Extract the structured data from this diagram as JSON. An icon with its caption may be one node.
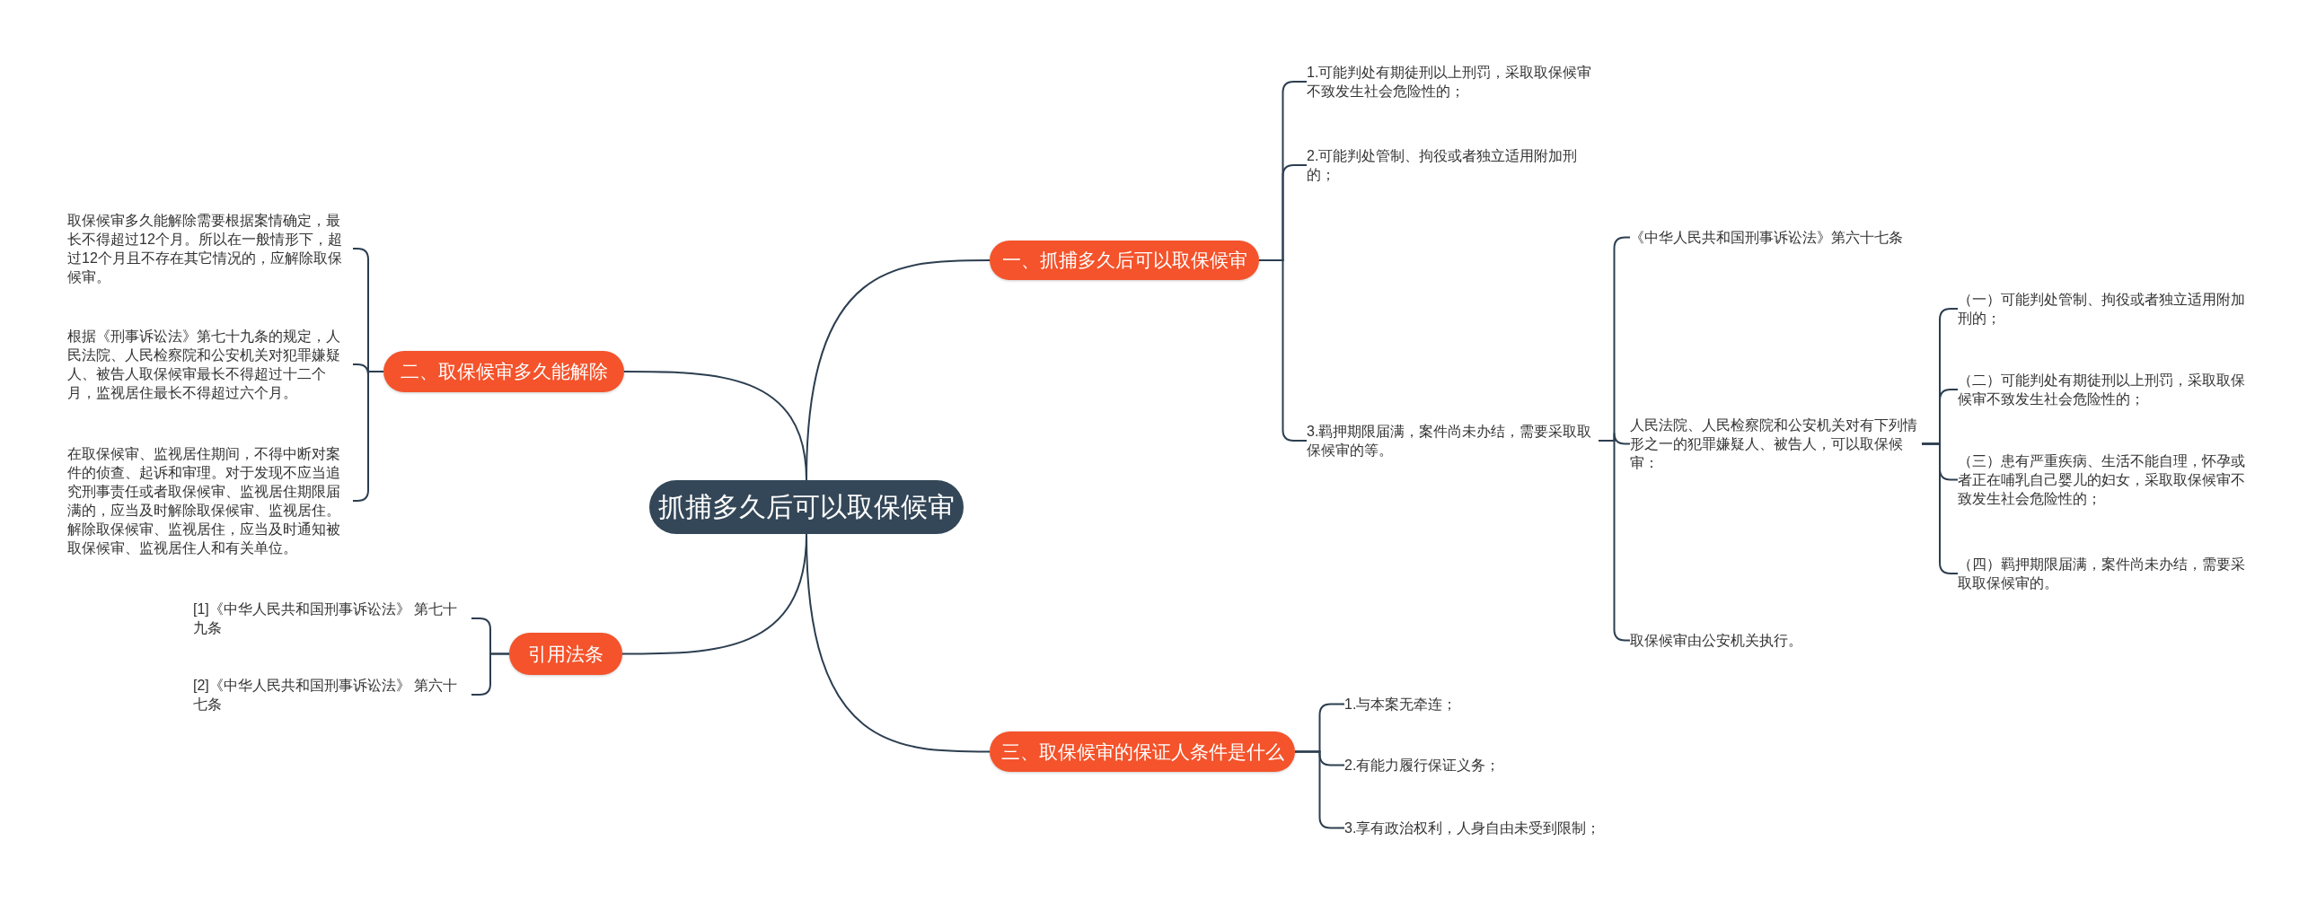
{
  "diagram": {
    "nodes": [
      {
        "text": [
          "抓捕多久后可以取保候审"
        ]
      },
      {
        "text": [
          "一、抓捕多久后可以取保候审"
        ]
      },
      {
        "text": [
          "1.可能判处有期徒刑以上刑罚，采取取保候审不致发生社会危险性的；"
        ]
      },
      {
        "text": [
          "2.可能判处管制、拘役或者独立适用附加刑的；"
        ]
      },
      {
        "text": [
          "3.羁押期限届满，案件尚未办结，需要采取取保候审的等。"
        ]
      },
      {
        "text": [
          "《中华人民共和国刑事诉讼法》第六十七条"
        ]
      },
      {
        "text": [
          "人民法院、人民检察院和公安机关对有下列情形之一的犯罪嫌疑人、被告人，可以取保候审："
        ]
      },
      {
        "text": [
          "（一）可能判处管制、拘役或者独立适用附加刑的；"
        ]
      },
      {
        "text": [
          "（二）可能判处有期徒刑以上刑罚，采取取保候审不致发生社会危险性的；"
        ]
      },
      {
        "text": [
          "（三）患有严重疾病、生活不能自理，怀孕或者正在哺乳自己婴儿的妇女，采取取保候审不致发生社会危险性的；"
        ]
      },
      {
        "text": [
          "（四）羁押期限届满，案件尚未办结，需要采取取保候审的。"
        ]
      },
      {
        "text": [
          "取保候审由公安机关执行。"
        ]
      },
      {
        "text": [
          "二、取保候审多久能解除"
        ]
      },
      {
        "text": [
          "取保候审多久能解除需要根据案情确定，最长不得超过12个月。所以在一般情形下，超过12个月且不存在其它情况的，应解除取保候审。"
        ]
      },
      {
        "text": [
          "根据《刑事诉讼法》第七十九条的规定，人民法院、人民检察院和公安机关对犯罪嫌疑人、被告人取保候审最长不得超过十二个月，监视居住最长不得超过六个月。"
        ]
      },
      {
        "text": [
          "在取保候审、监视居住期间，不得中断对案件的侦查、起诉和审理。对于发现不应当追究刑事责任或者取保候审、监视居住期限届满的，应当及时解除取保候审、监视居住。解除取保候审、监视居住，应当及时通知被取保候审、监视居住人和有关单位。"
        ]
      },
      {
        "text": [
          "引用法条"
        ]
      },
      {
        "text": [
          "[1]《中华人民共和国刑事诉讼法》 第七十九条"
        ]
      },
      {
        "text": [
          "[2]《中华人民共和国刑事诉讼法》 第六十七条"
        ]
      },
      {
        "text": [
          "三、取保候审的保证人条件是什么"
        ]
      },
      {
        "text": [
          "1.与本案无牵连；"
        ]
      },
      {
        "text": [
          "2.有能力履行保证义务；"
        ]
      },
      {
        "text": [
          "3.享有政治权利，人身自由未受到限制；"
        ]
      }
    ],
    "edges": [
      {
        "from": 0,
        "to": 1,
        "arrow": "none"
      },
      {
        "from": 1,
        "to": 2,
        "arrow": "none"
      },
      {
        "from": 1,
        "to": 3,
        "arrow": "none"
      },
      {
        "from": 1,
        "to": 4,
        "arrow": "none"
      },
      {
        "from": 4,
        "to": 5,
        "arrow": "none"
      },
      {
        "from": 4,
        "to": 6,
        "arrow": "none"
      },
      {
        "from": 6,
        "to": 7,
        "arrow": "none"
      },
      {
        "from": 6,
        "to": 8,
        "arrow": "none"
      },
      {
        "from": 6,
        "to": 9,
        "arrow": "none"
      },
      {
        "from": 6,
        "to": 10,
        "arrow": "none"
      },
      {
        "from": 4,
        "to": 11,
        "arrow": "none"
      },
      {
        "from": 0,
        "to": 12,
        "arrow": "none"
      },
      {
        "from": 12,
        "to": 13,
        "arrow": "none"
      },
      {
        "from": 12,
        "to": 14,
        "arrow": "none"
      },
      {
        "from": 12,
        "to": 15,
        "arrow": "none"
      },
      {
        "from": 0,
        "to": 16,
        "arrow": "none"
      },
      {
        "from": 16,
        "to": 17,
        "arrow": "none"
      },
      {
        "from": 16,
        "to": 18,
        "arrow": "none"
      },
      {
        "from": 0,
        "to": 19,
        "arrow": "none"
      },
      {
        "from": 19,
        "to": 20,
        "arrow": "none"
      },
      {
        "from": 19,
        "to": 21,
        "arrow": "none"
      },
      {
        "from": 19,
        "to": 22,
        "arrow": "none"
      }
    ]
  }
}
